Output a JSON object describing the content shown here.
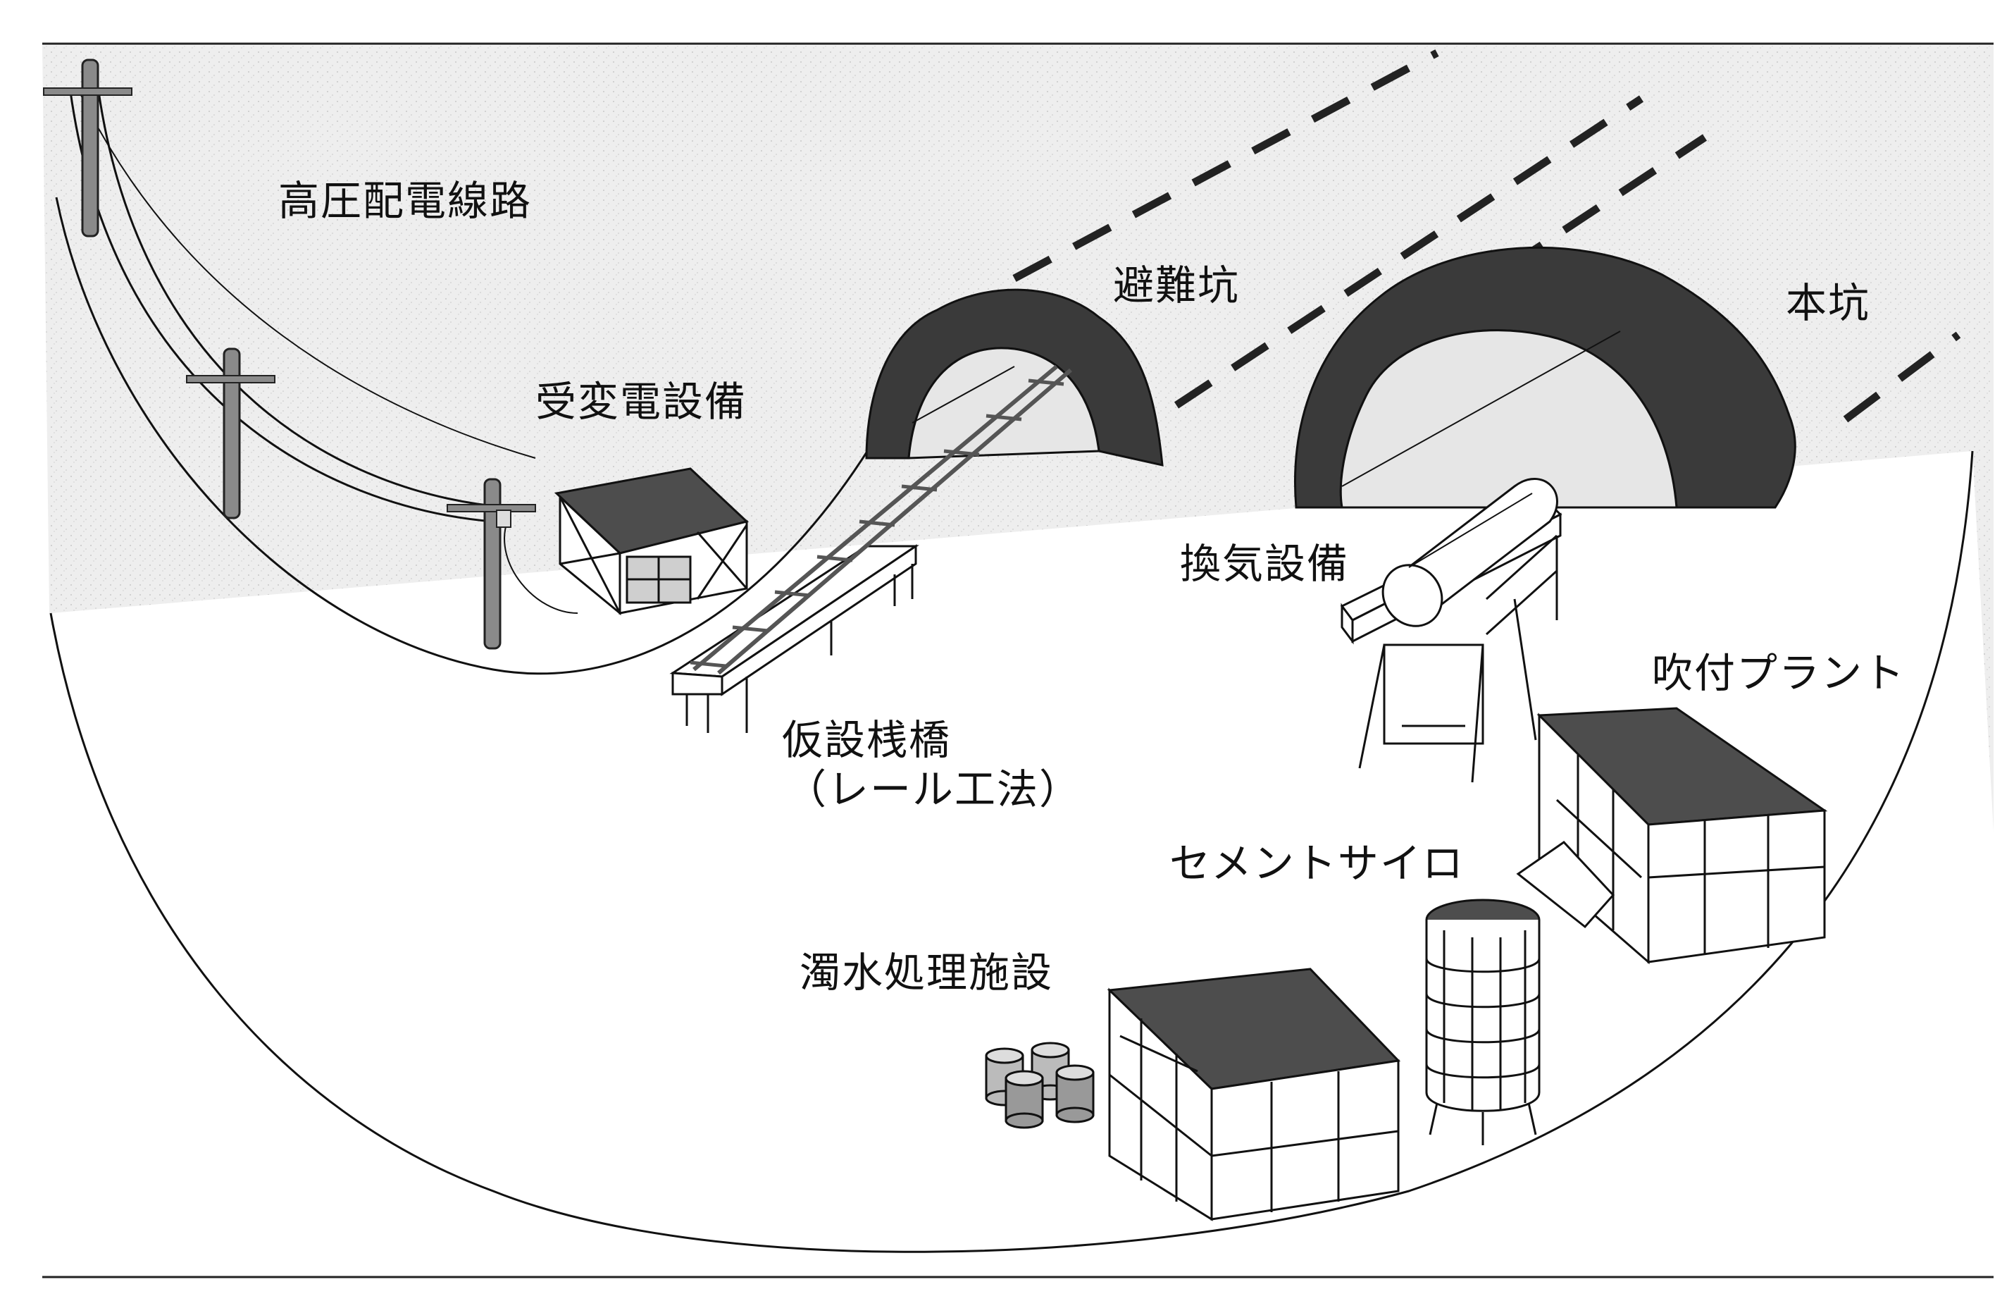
{
  "labels": {
    "power_line": "高圧配電線路",
    "evacuation_tunnel": "避難坑",
    "main_tunnel": "本坑",
    "substation": "受変電設備",
    "ventilation": "換気設備",
    "trestle_line1": "仮設桟橋",
    "trestle_line2": "（レール工法）",
    "shotcrete_plant": "吹付プラント",
    "cement_silo": "セメントサイロ",
    "water_treatment": "濁水処理施設"
  },
  "colors": {
    "ground": "#ebebeb",
    "line": "#111111",
    "lining": "#3a3a3a",
    "tunnel_inner": "#e6e6e6",
    "roof": "#4d4d4d",
    "pole": "#8a8a8a"
  }
}
